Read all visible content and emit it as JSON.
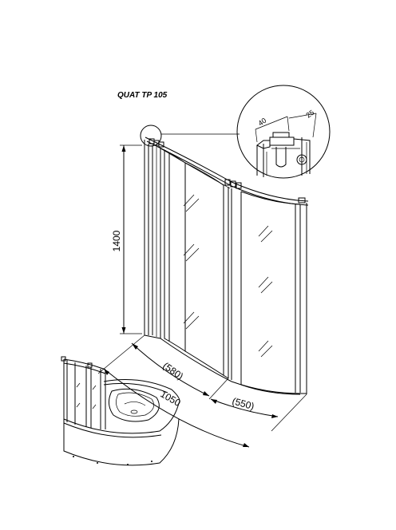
{
  "title": "QUAT TP 105",
  "dimensions": {
    "height": "1400",
    "total_width": "1050",
    "left_panel": "(580)",
    "right_panel": "(550)"
  },
  "profile_detail": {
    "dim_a": "40",
    "dim_b": "25"
  }
}
